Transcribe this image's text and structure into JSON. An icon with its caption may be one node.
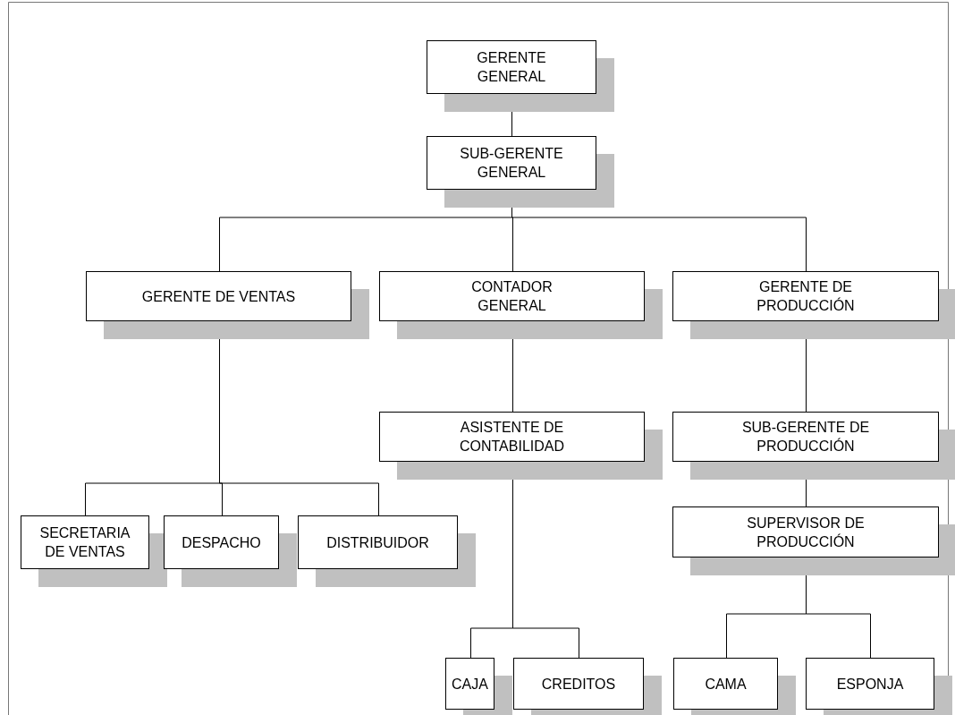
{
  "diagram": {
    "nodes": [
      {
        "text": [
          "GERENTE GENERAL"
        ]
      },
      {
        "text": [
          "SUB-GERENTE GENERAL"
        ]
      },
      {
        "text": [
          "GERENTE DE VENTAS"
        ]
      },
      {
        "text": [
          "CONTADOR GENERAL"
        ]
      },
      {
        "text": [
          "GERENTE DE PRODUCCIÓN"
        ]
      },
      {
        "text": [
          "ASISTENTE DE CONTABILIDAD"
        ]
      },
      {
        "text": [
          "SUB-GERENTE DE PRODUCCIÓN"
        ]
      },
      {
        "text": [
          "SUPERVISOR DE PRODUCCIÓN"
        ]
      },
      {
        "text": [
          "SECRETARIA DE VENTAS"
        ]
      },
      {
        "text": [
          "DESPACHO"
        ]
      },
      {
        "text": [
          "DISTRIBUIDOR"
        ]
      },
      {
        "text": [
          "CAJA"
        ]
      },
      {
        "text": [
          "CREDITOS"
        ]
      },
      {
        "text": [
          "CAMA"
        ]
      },
      {
        "text": [
          "ESPONJA"
        ]
      }
    ],
    "edges": [
      {
        "from": 0,
        "to": 1,
        "arrow": "none"
      },
      {
        "from": 1,
        "to": 2,
        "arrow": "none"
      },
      {
        "from": 1,
        "to": 3,
        "arrow": "none"
      },
      {
        "from": 1,
        "to": 4,
        "arrow": "none"
      },
      {
        "from": 2,
        "to": 8,
        "arrow": "none"
      },
      {
        "from": 2,
        "to": 9,
        "arrow": "none"
      },
      {
        "from": 2,
        "to": 10,
        "arrow": "none"
      },
      {
        "from": 3,
        "to": 5,
        "arrow": "none"
      },
      {
        "from": 5,
        "to": 11,
        "arrow": "none"
      },
      {
        "from": 5,
        "to": 12,
        "arrow": "none"
      },
      {
        "from": 4,
        "to": 6,
        "arrow": "none"
      },
      {
        "from": 6,
        "to": 7,
        "arrow": "none"
      },
      {
        "from": 7,
        "to": 13,
        "arrow": "none"
      },
      {
        "from": 7,
        "to": 14,
        "arrow": "none"
      }
    ]
  }
}
